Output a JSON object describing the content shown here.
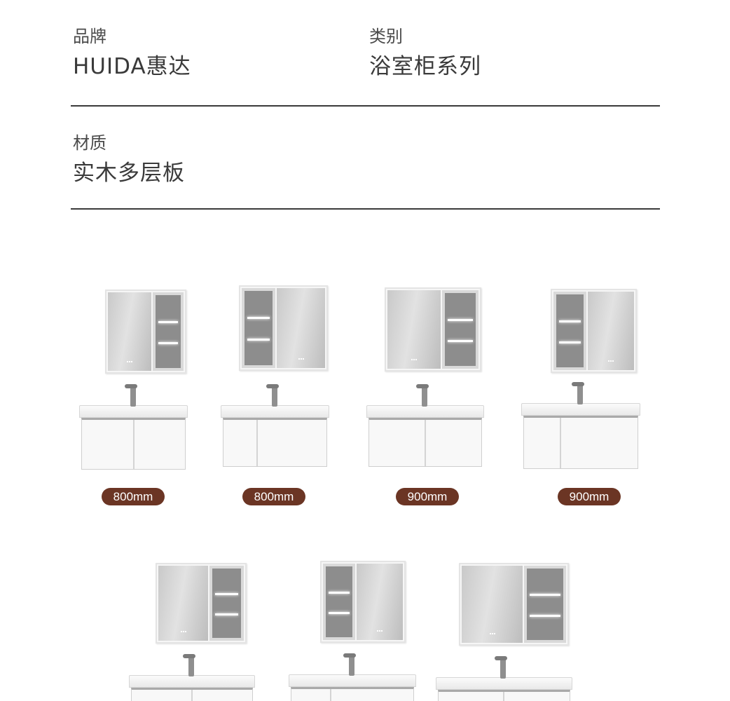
{
  "specs": {
    "brand_label": "品牌",
    "brand_value": "HUIDA惠达",
    "category_label": "类别",
    "category_value": "浴室柜系列",
    "material_label": "材质",
    "material_value": "实木多层板"
  },
  "products": [
    {
      "size": "800mm",
      "shelf_side": "right"
    },
    {
      "size": "800mm",
      "shelf_side": "left"
    },
    {
      "size": "900mm",
      "shelf_side": "right"
    },
    {
      "size": "900mm",
      "shelf_side": "left"
    },
    {
      "size": "",
      "shelf_side": "right"
    },
    {
      "size": "",
      "shelf_side": "left"
    },
    {
      "size": "",
      "shelf_side": "right"
    }
  ],
  "colors": {
    "badge": "#6b3524",
    "divider": "#3a3a3a",
    "text": "#3a3a3a"
  }
}
